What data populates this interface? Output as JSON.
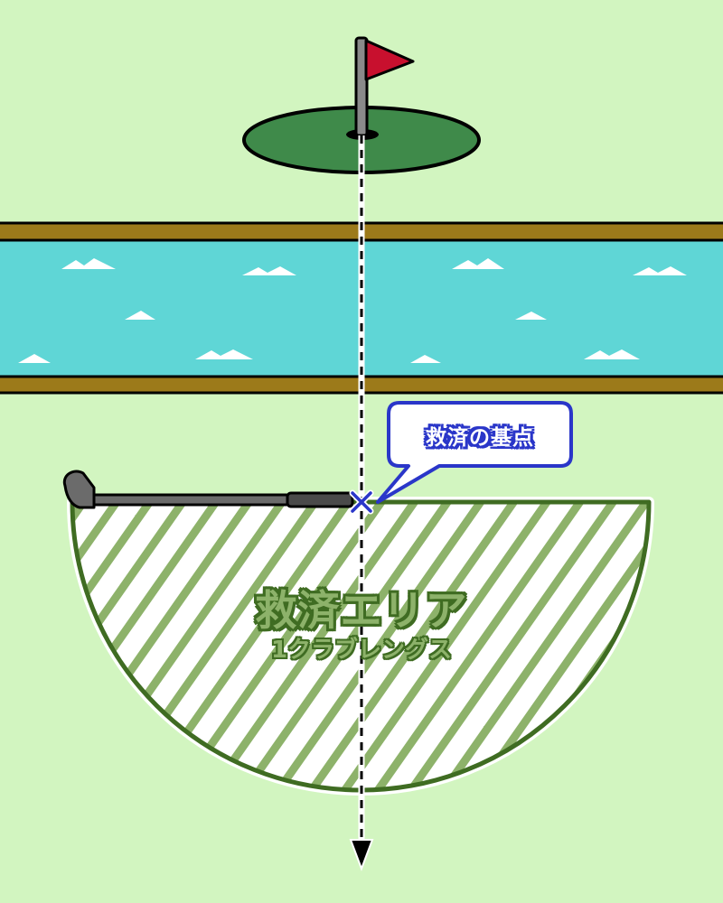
{
  "callout": {
    "label": "救済の基点"
  },
  "relief_area": {
    "title": "救済エリア",
    "subtitle": "1クラブレングス"
  },
  "colors": {
    "background": "#d2f5c0",
    "green": "#3f8a4a",
    "water": "#5fd6d6",
    "bank": "#9c7a1a",
    "flag": "#c8102e",
    "area_outline": "#3f6c22",
    "hatch": "#8db26a",
    "marker": "#2a36c9"
  },
  "icons": [
    "flag-icon",
    "golf-club-icon",
    "reference-point-cross-icon",
    "direction-arrow-icon"
  ]
}
